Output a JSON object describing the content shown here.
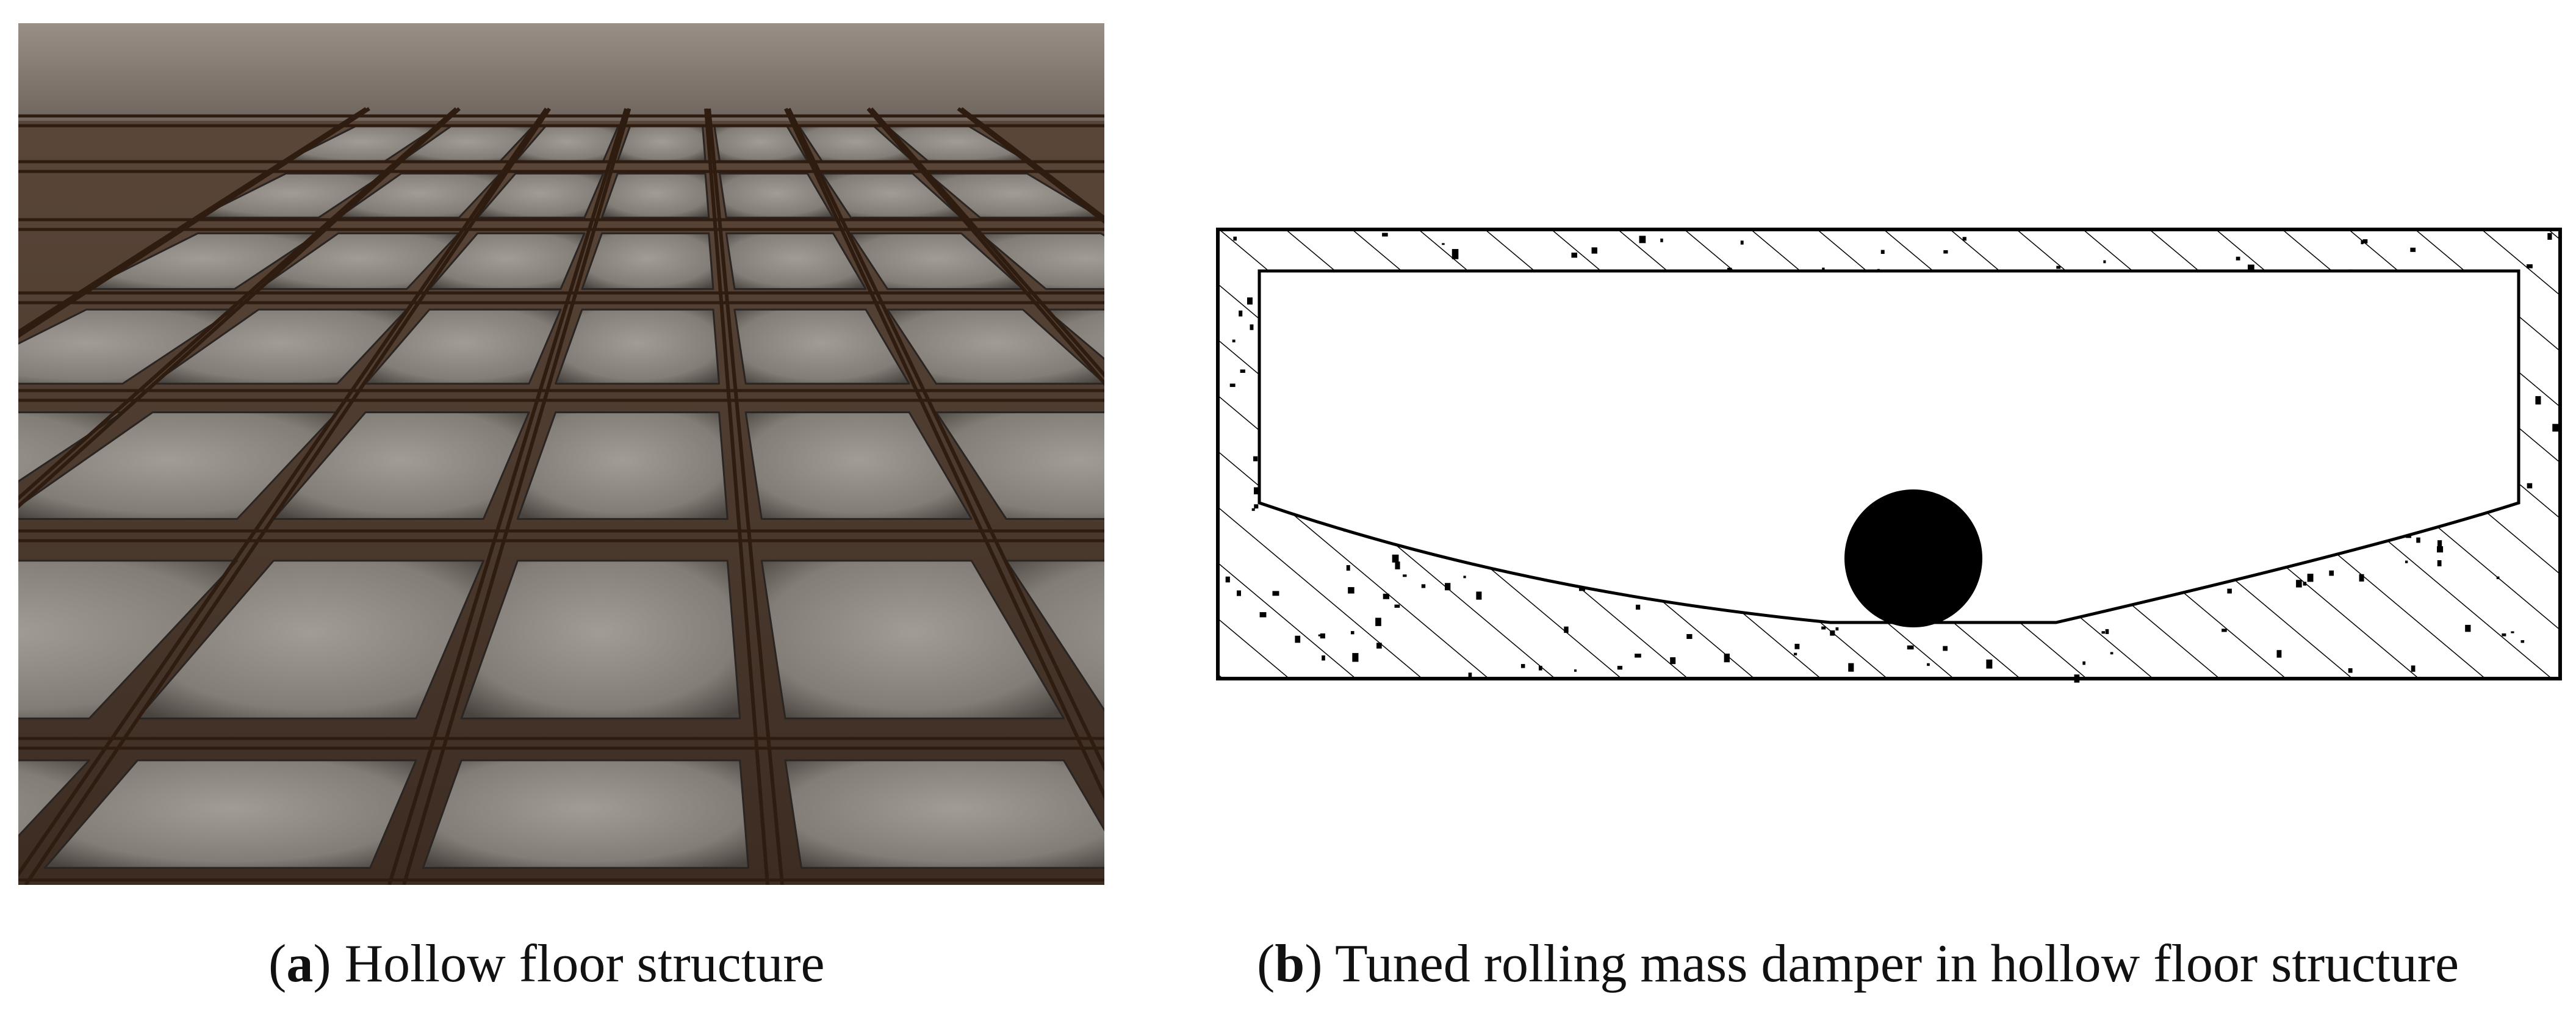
{
  "panels": {
    "a": {
      "letter": "a",
      "caption": "Hollow floor structure"
    },
    "b": {
      "letter": "b",
      "caption": "Tuned rolling mass damper in hollow floor structure"
    }
  },
  "colors": {
    "concrete_fill": "#8a8580",
    "rebar": "#5a3a22",
    "ink": "#000000",
    "background": "#ffffff"
  }
}
